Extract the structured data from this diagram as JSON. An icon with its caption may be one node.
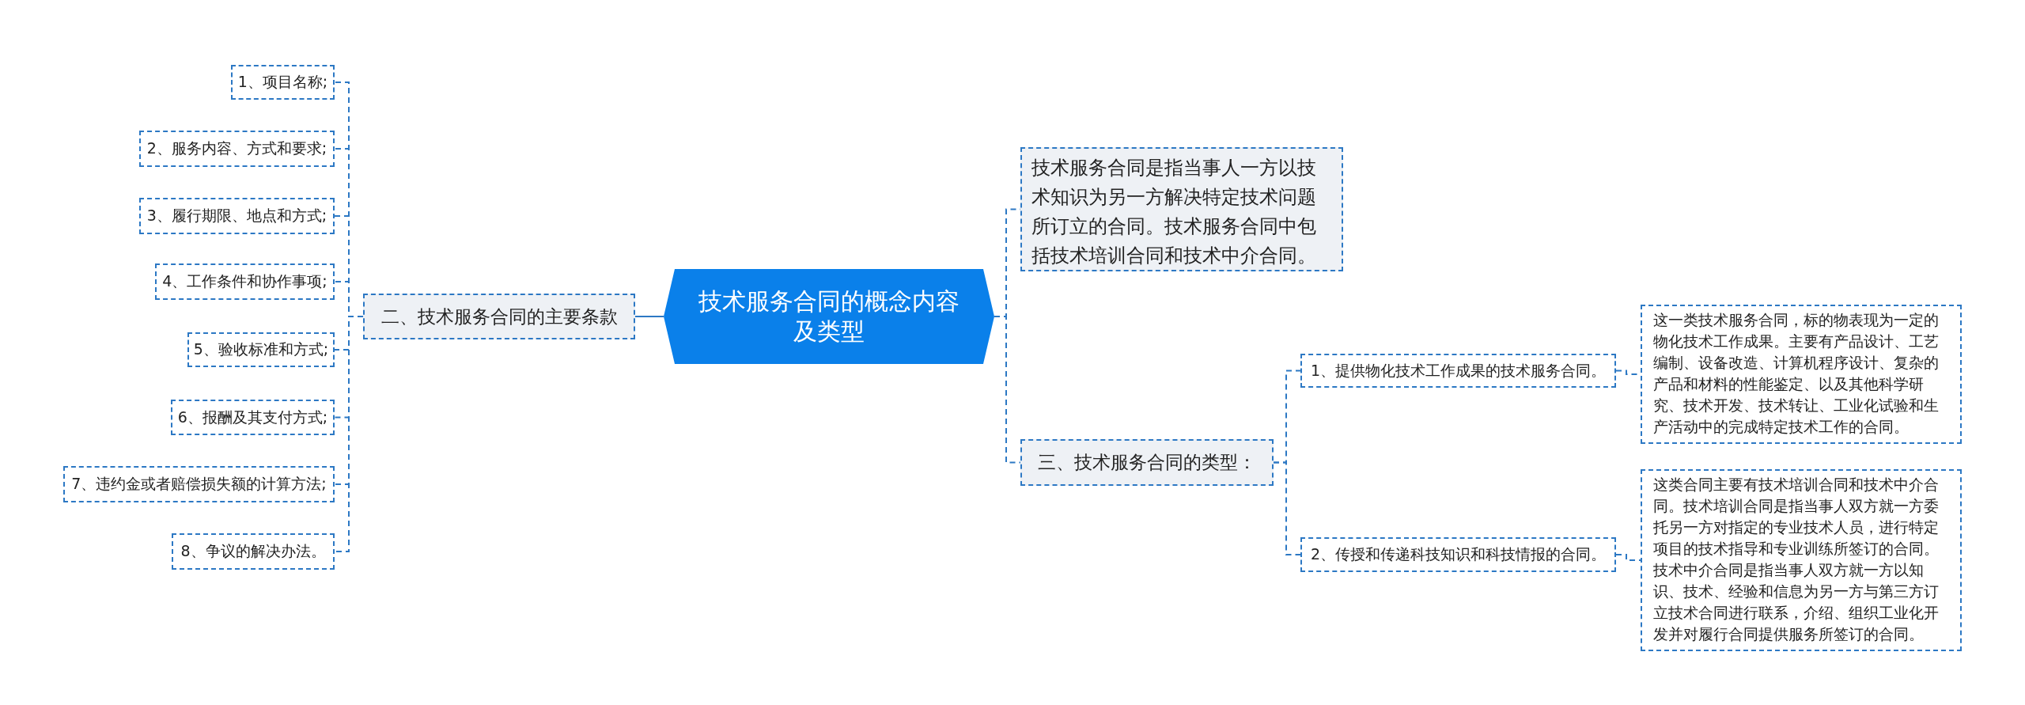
{
  "diagram": {
    "nodes": [
      {
        "text": [
          "技术服务合同的概念内容及类型"
        ]
      },
      {
        "text": [
          "二、技术服务合同的主要条款"
        ]
      },
      {
        "text": [
          "1、项目名称;"
        ]
      },
      {
        "text": [
          "2、服务内容、方式和要求;"
        ]
      },
      {
        "text": [
          "3、履行期限、地点和方式;"
        ]
      },
      {
        "text": [
          "4、工作条件和协作事项;"
        ]
      },
      {
        "text": [
          "5、验收标准和方式;"
        ]
      },
      {
        "text": [
          "6、报酬及其支付方式;"
        ]
      },
      {
        "text": [
          "7、违约金或者赔偿损失额的计算方法;"
        ]
      },
      {
        "text": [
          "8、争议的解决办法。"
        ]
      },
      {
        "text": [
          "技术服务合同是指当事人一方以技术知识为另一方解决特定技术问题所订立的合同。技术服务合同中包括技术培训合同和技术中介合同。"
        ]
      },
      {
        "text": [
          "三、技术服务合同的类型："
        ]
      },
      {
        "text": [
          "1、提供物化技术工作成果的技术服务合同。"
        ]
      },
      {
        "text": [
          "这一类技术服务合同，标的物表现为一定的物化技术工作成果。主要有产品设计、工艺编制、设备改造、计算机程序设计、复杂的产品和材料的性能鉴定、以及其他科学研究、技术开发、技术转让、工业化试验和生产活动中的完成特定技术工作的合同。"
        ]
      },
      {
        "text": [
          "2、传授和传递科技知识和科技情报的合同。"
        ]
      },
      {
        "text": [
          "这类合同主要有技术培训合同和技术中介合同。技术培训合同是指当事人双方就一方委托另一方对指定的专业技术人员，进行特定项目的技术指导和专业训练所签订的合同。技术中介合同是指当事人双方就一方以知识、技术、经验和信息为另一方与第三方订立技术合同进行联系，介绍、组织工业化开发并对履行合同提供服务所签订的合同。"
        ]
      }
    ],
    "edges": [
      {
        "from": 0,
        "to": 1,
        "arrow": "none"
      },
      {
        "from": 1,
        "to": 2,
        "arrow": "none",
        "style": "dashed"
      },
      {
        "from": 1,
        "to": 3,
        "arrow": "none",
        "style": "dashed"
      },
      {
        "from": 1,
        "to": 4,
        "arrow": "none",
        "style": "dashed"
      },
      {
        "from": 1,
        "to": 5,
        "arrow": "none",
        "style": "dashed"
      },
      {
        "from": 1,
        "to": 6,
        "arrow": "none",
        "style": "dashed"
      },
      {
        "from": 1,
        "to": 7,
        "arrow": "none",
        "style": "dashed"
      },
      {
        "from": 1,
        "to": 8,
        "arrow": "none",
        "style": "dashed"
      },
      {
        "from": 1,
        "to": 9,
        "arrow": "none",
        "style": "dashed"
      },
      {
        "from": 0,
        "to": 10,
        "arrow": "none",
        "style": "dashed"
      },
      {
        "from": 0,
        "to": 11,
        "arrow": "none",
        "style": "dashed"
      },
      {
        "from": 11,
        "to": 12,
        "arrow": "none",
        "style": "dashed"
      },
      {
        "from": 12,
        "to": 13,
        "arrow": "none",
        "style": "dashed"
      },
      {
        "from": 11,
        "to": 14,
        "arrow": "none",
        "style": "dashed"
      },
      {
        "from": 14,
        "to": 15,
        "arrow": "none",
        "style": "dashed"
      }
    ]
  }
}
